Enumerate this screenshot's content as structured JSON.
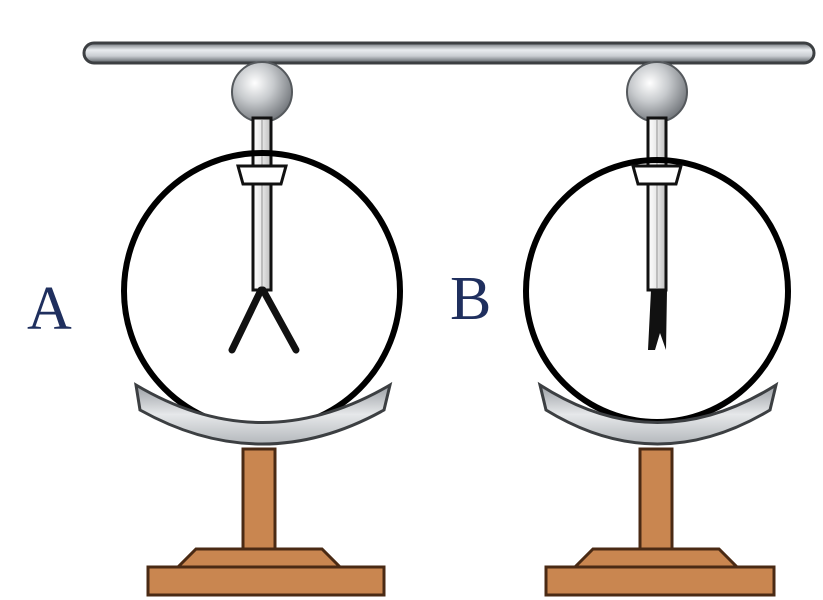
{
  "electroscopes": [
    {
      "label": "A",
      "leaves": "spread"
    },
    {
      "label": "B",
      "leaves": "closed"
    }
  ],
  "colors": {
    "label": "#1f2f5e",
    "rod": "#9aa0a6",
    "wood": "#c98650",
    "wood_dark": "#4a2a14",
    "ring": "#000000"
  }
}
